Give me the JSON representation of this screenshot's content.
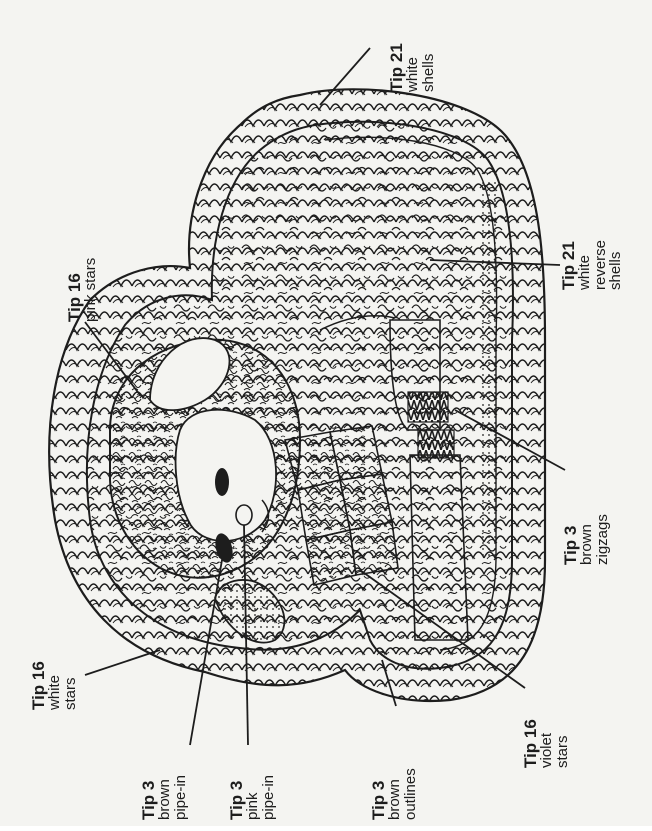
{
  "callouts": [
    {
      "id": "tip21-white-shells",
      "lines": [
        "Tip 21",
        "white",
        "shells"
      ]
    },
    {
      "id": "tip16-pink-stars",
      "lines": [
        "Tip 16",
        "pink stars"
      ]
    },
    {
      "id": "tip21-white-reverse-shells",
      "lines": [
        "Tip 21",
        "white",
        "reverse",
        "shells"
      ]
    },
    {
      "id": "tip3-brown-zigzags",
      "lines": [
        "Tip 3",
        "brown",
        "zigzags"
      ]
    },
    {
      "id": "tip16-white-stars",
      "lines": [
        "Tip 16",
        "white",
        "stars"
      ]
    },
    {
      "id": "tip16-violet-stars",
      "lines": [
        "Tip 16",
        "violet",
        "stars"
      ]
    },
    {
      "id": "tip3-brown-pipe-in",
      "lines": [
        "Tip 3",
        "brown",
        "pipe-in"
      ]
    },
    {
      "id": "tip3-pink-pipe-in",
      "lines": [
        "Tip 3",
        "pink",
        "pipe-in"
      ]
    },
    {
      "id": "tip3-brown-outlines",
      "lines": [
        "Tip 3",
        "brown",
        "outlines"
      ]
    }
  ],
  "colors": {
    "ink": "#1d1d1d",
    "paper": "#f4f4f1"
  }
}
